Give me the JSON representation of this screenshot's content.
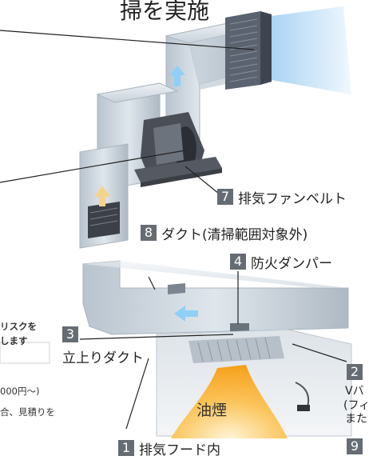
{
  "heading_partial": "掃を実施",
  "callouts": [
    {
      "num": "1",
      "label": "排気フード内"
    },
    {
      "num": "2",
      "label": ""
    },
    {
      "num": "3",
      "label": "立上りダクト"
    },
    {
      "num": "4",
      "label": "防火ダンパー"
    },
    {
      "num": "7",
      "label": "排気ファンベルト"
    },
    {
      "num": "8",
      "label": "ダクト(清掃範囲対象外)"
    },
    {
      "num": "9",
      "label": ""
    }
  ],
  "cut_right_text": [
    "Vバ",
    "(フィ",
    "また"
  ],
  "smoke_label": "油煙",
  "left_note": {
    "line1": "リスクを",
    "line2": "します",
    "price": "000円〜)",
    "estimate": "合、見積りを"
  },
  "colors": {
    "badge": "#666c73",
    "smoke": "#f7a51c",
    "duct": "#c9d3dc",
    "blue_air": "#8cc4f0"
  }
}
